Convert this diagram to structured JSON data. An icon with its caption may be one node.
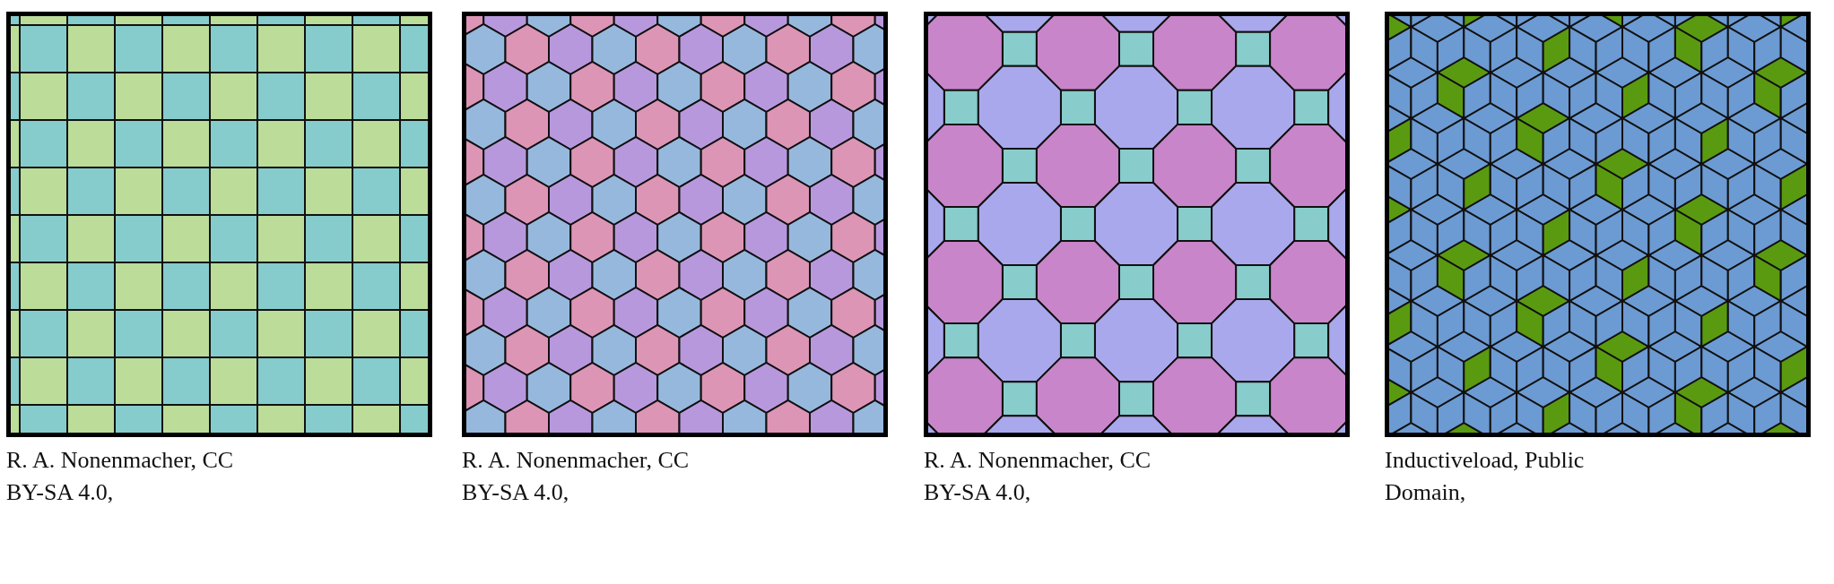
{
  "diagram": {
    "labels": [
      "R. A. Nonenmacher, CC BY-SA 4.0,",
      "R. A. Nonenmacher, CC BY-SA 4.0,",
      "R. A. Nonenmacher, CC BY-SA 4.0,",
      "Inductiveload, Public Domain,"
    ]
  }
}
